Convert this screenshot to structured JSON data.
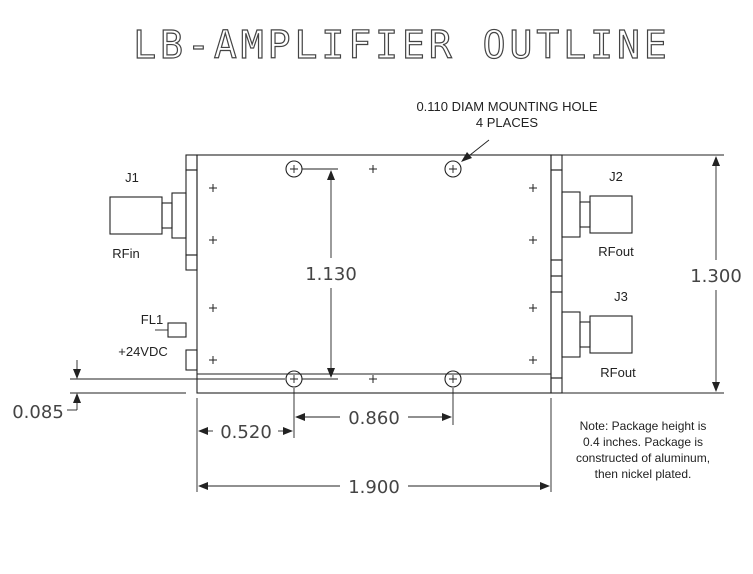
{
  "title": "LB-AMPLIFIER OUTLINE",
  "mounting_hole": {
    "line1": "0.110 DIAM MOUNTING HOLE",
    "line2": "4 PLACES"
  },
  "connectors": {
    "j1": {
      "ref": "J1",
      "signal": "RFin"
    },
    "j2": {
      "ref": "J2",
      "signal": "RFout"
    },
    "j3": {
      "ref": "J3",
      "signal": "RFout"
    },
    "fl1": {
      "ref": "FL1",
      "signal": "+24VDC"
    }
  },
  "dimensions": {
    "hole_spacing_vertical": "1.130",
    "height": "1.300",
    "edge_offset": "0.085",
    "hole_offset_x": "0.520",
    "hole_spacing_horizontal": "0.860",
    "width": "1.900"
  },
  "note": {
    "line1": "Note: Package height is",
    "line2": "0.4 inches. Package is",
    "line3": "constructed of aluminum,",
    "line4": "then nickel plated."
  }
}
